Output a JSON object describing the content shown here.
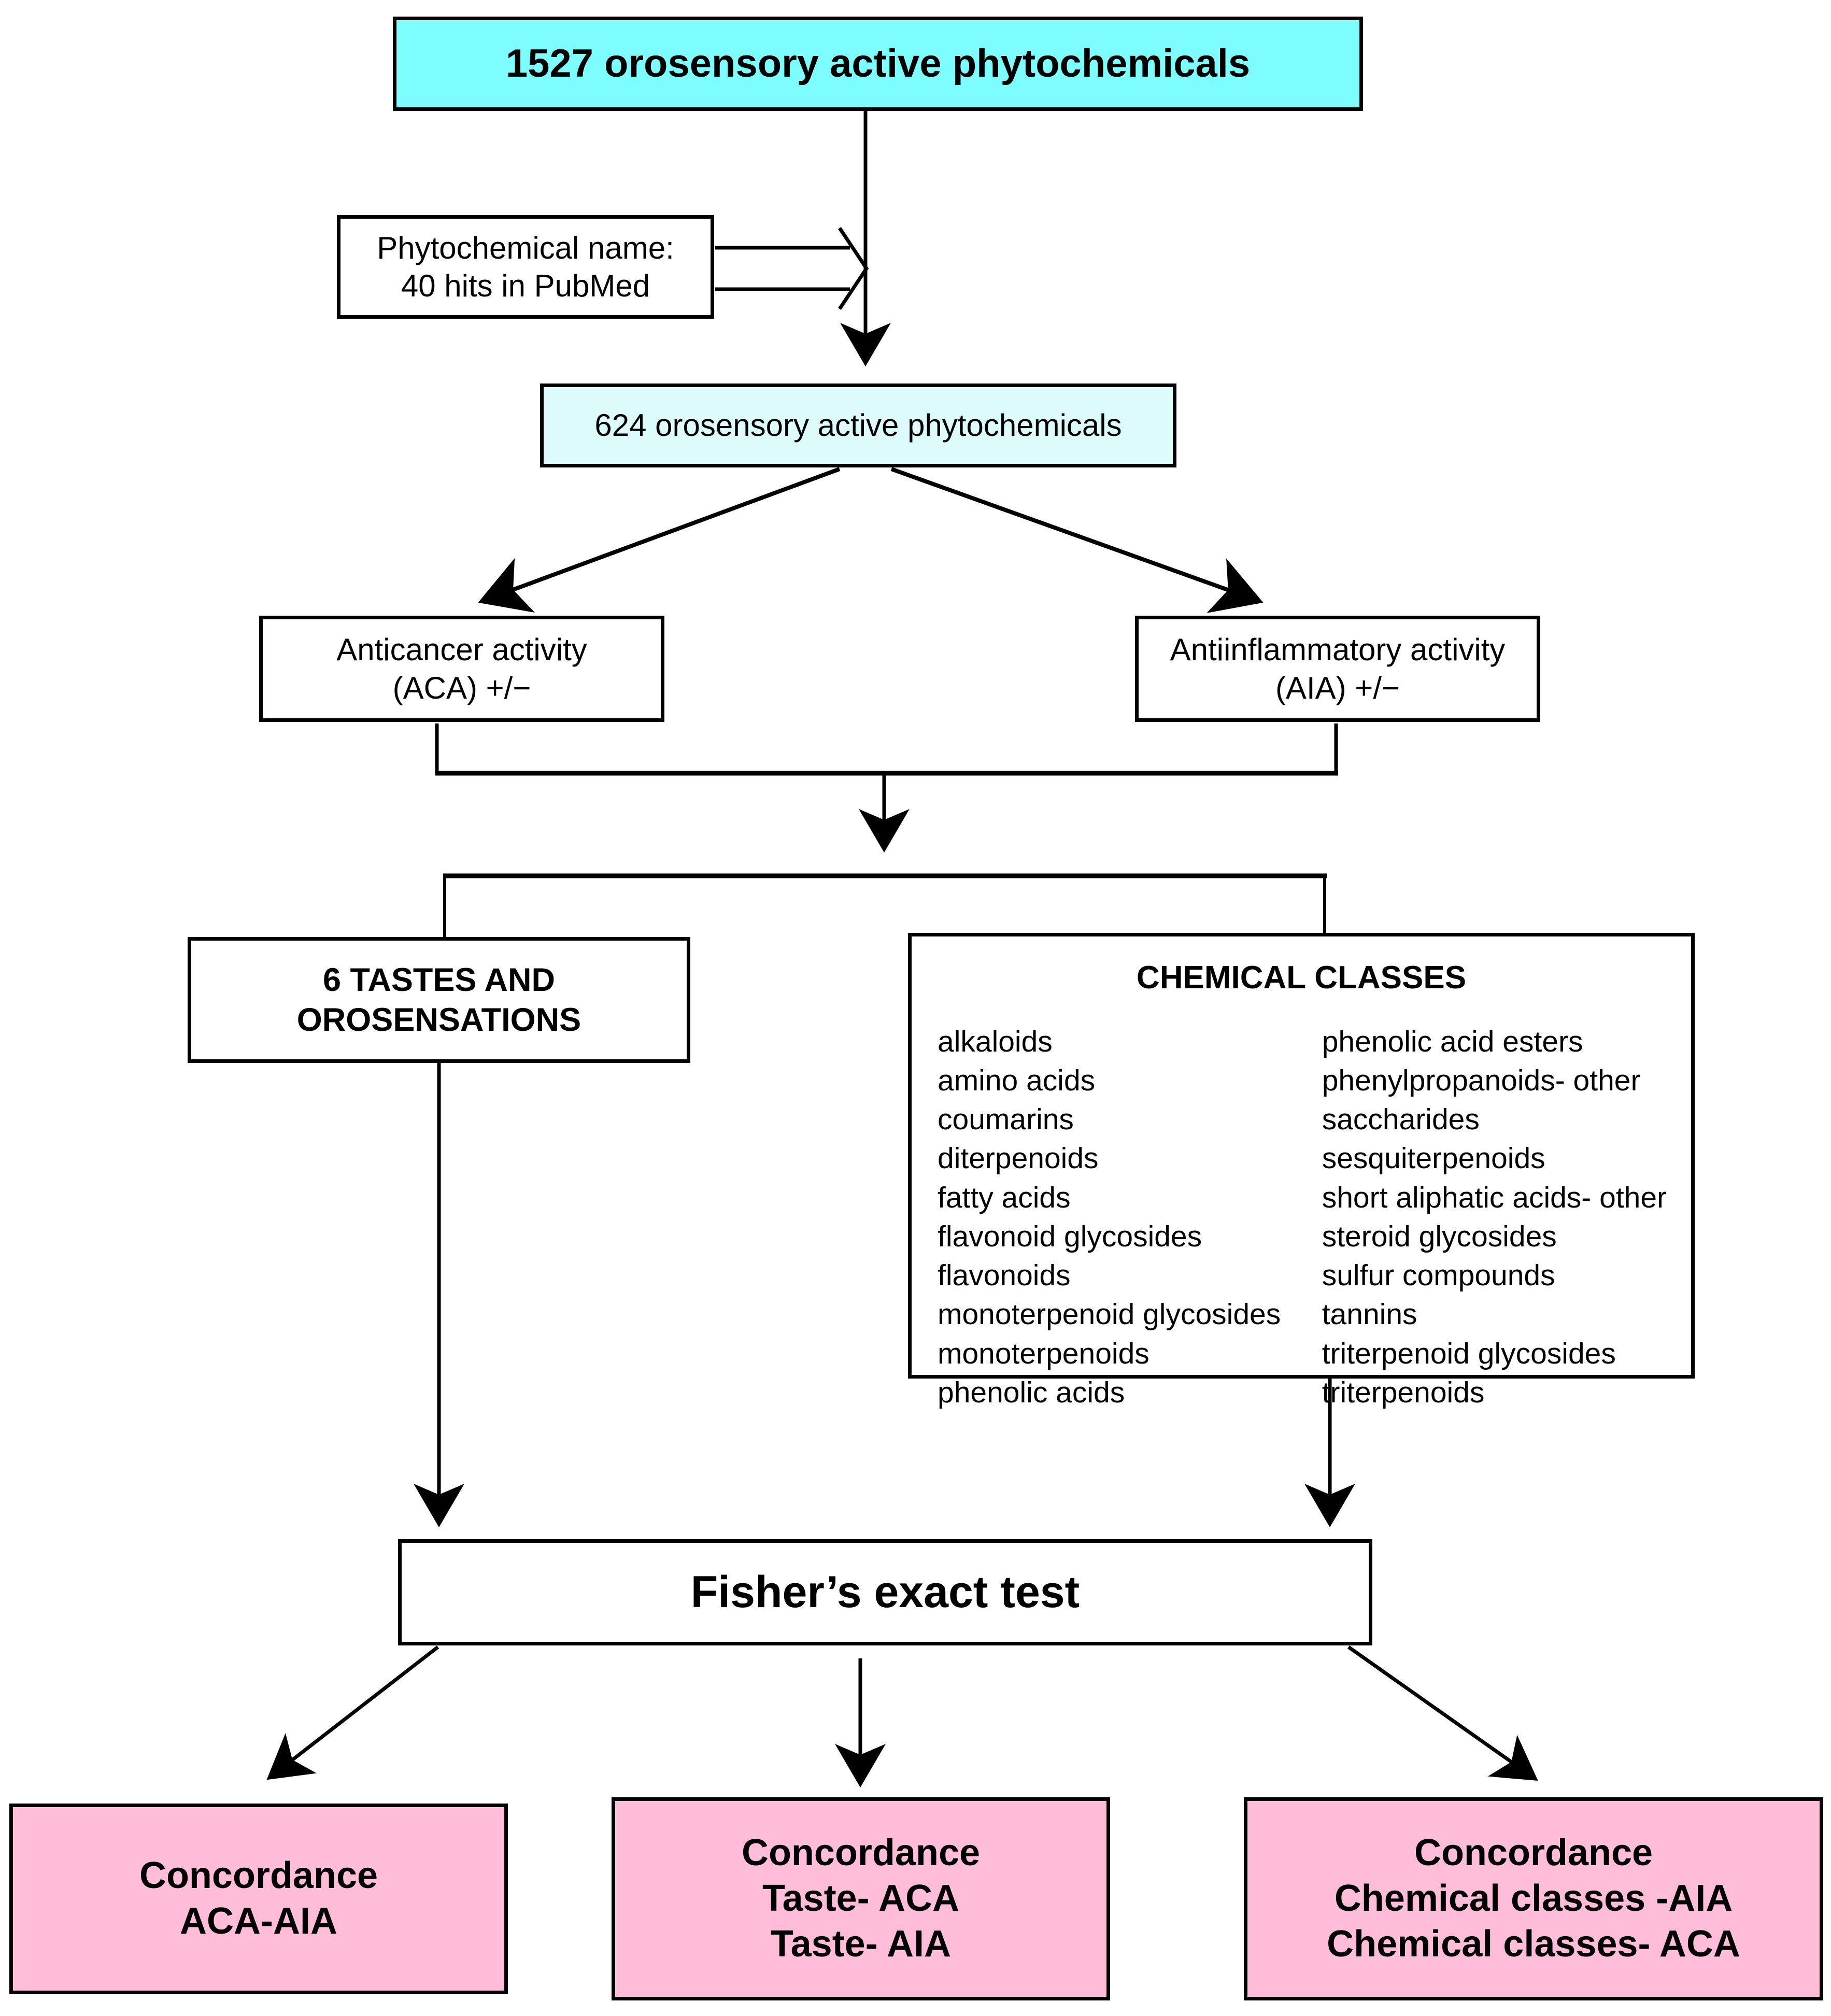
{
  "diagram": {
    "title_flow": "Study workflow for orosensory active phytochemicals",
    "top_box": {
      "text": "1527 orosensory active phytochemicals",
      "color": "#7dfdfd"
    },
    "filter_box": {
      "line1": "Phytochemical name:",
      "line2": "40 hits in PubMed"
    },
    "filtered_box": {
      "text": "624 orosensory active phytochemicals",
      "color": "#ddfbfb"
    },
    "activity_left": {
      "line1": "Anticancer activity",
      "line2": "(ACA) +/−"
    },
    "activity_right": {
      "line1": "Antiinflammatory activity",
      "line2": "(AIA) +/−"
    },
    "tastes_box": {
      "line1": "6 TASTES AND",
      "line2": "OROSENSATIONS"
    },
    "chemical_classes": {
      "title": "CHEMICAL CLASSES",
      "left_column": [
        "alkaloids",
        "amino acids",
        "coumarins",
        "diterpenoids",
        "fatty acids",
        "flavonoid glycosides",
        "flavonoids",
        "monoterpenoid glycosides",
        "monoterpenoids",
        "phenolic acids"
      ],
      "right_column": [
        "phenolic acid esters",
        "phenylpropanoids- other",
        "saccharides",
        "sesquiterpenoids",
        "short aliphatic acids- other",
        "steroid glycosides",
        "sulfur compounds",
        "tannins",
        "triterpenoid glycosides",
        "triterpenoids"
      ]
    },
    "test_box": {
      "text": "Fisher’s exact test"
    },
    "outcomes": [
      {
        "line1": "Concordance",
        "line2": "ACA-AIA",
        "line3": "",
        "color": "#ffbdda"
      },
      {
        "line1": "Concordance",
        "line2": "Taste- ACA",
        "line3": "Taste- AIA",
        "color": "#ffbdda"
      },
      {
        "line1": "Concordance",
        "line2": "Chemical classes -AIA",
        "line3": "Chemical classes- ACA",
        "color": "#ffbdda"
      }
    ],
    "colors": {
      "cyan_strong": "#7dfdfd",
      "cyan_light": "#ddfbfb",
      "pink": "#ffbdda",
      "stroke": "#000000",
      "background": "#ffffff"
    }
  }
}
